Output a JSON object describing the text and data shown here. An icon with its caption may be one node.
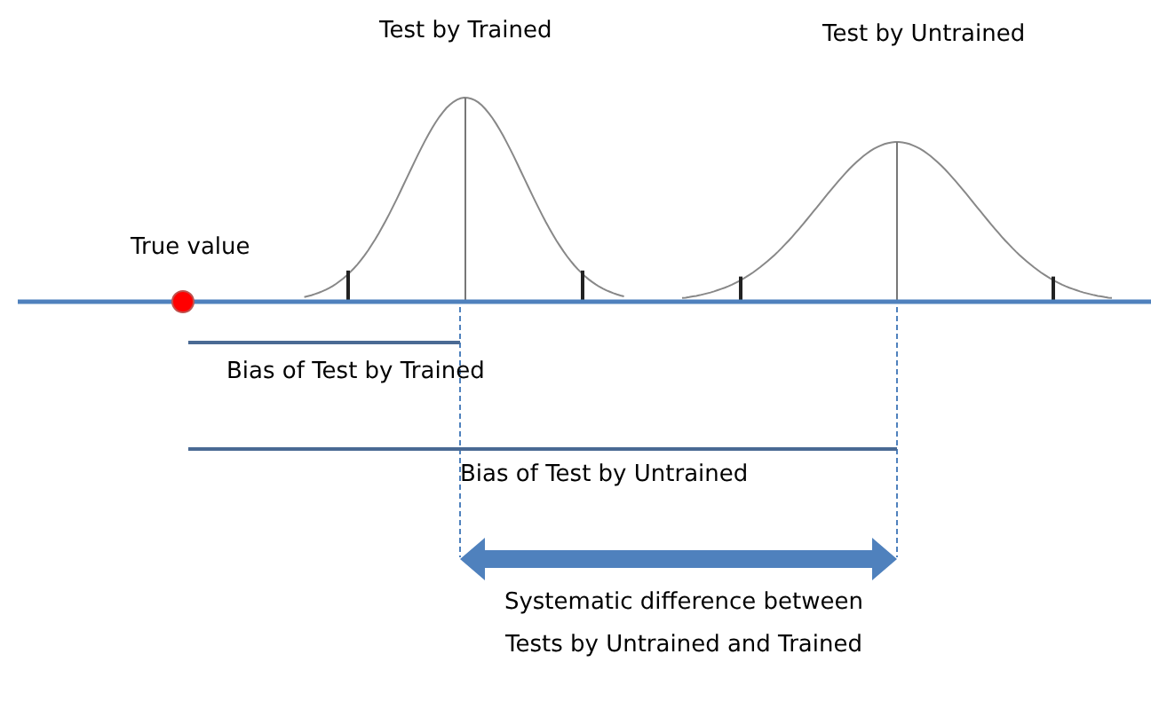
{
  "diagram": {
    "labels": [
      "Test by Trained",
      "Test by Untrained",
      "True value",
      "Bias of Test by Trained",
      "Bias of Test by Untrained",
      "Systematic difference between Tests by Untrained and Trained"
    ]
  }
}
